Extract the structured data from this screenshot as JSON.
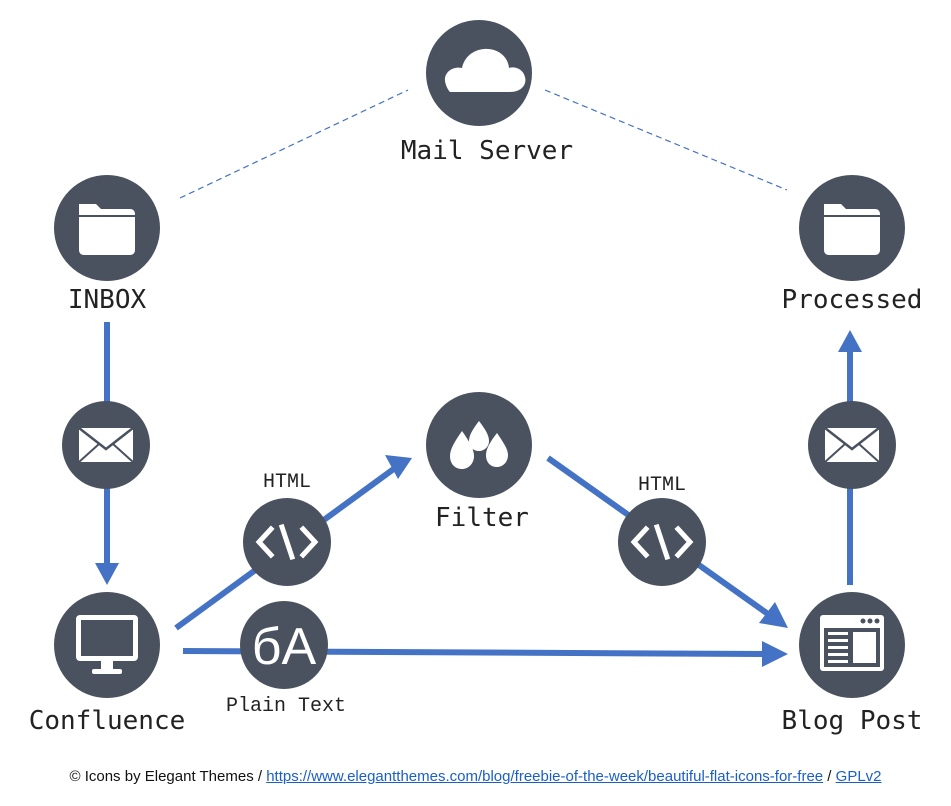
{
  "colors": {
    "node": "#4a5260",
    "arrow": "#4472c4",
    "dashed": "#4472c4",
    "icon": "#ffffff"
  },
  "nodes": {
    "mail_server": {
      "label": "Mail Server",
      "icon": "cloud-icon"
    },
    "inbox": {
      "label": "INBOX",
      "icon": "folder-icon"
    },
    "processed": {
      "label": "Processed",
      "icon": "folder-icon"
    },
    "filter": {
      "label": "Filter",
      "icon": "drops-icon"
    },
    "confluence": {
      "label": "Confluence",
      "icon": "monitor-icon"
    },
    "blog_post": {
      "label": "Blog Post",
      "icon": "browser-window-icon"
    }
  },
  "edge_labels": {
    "html_left": "HTML",
    "html_right": "HTML",
    "plain_text": "Plain Text"
  },
  "edge_badges": {
    "mail_left": "envelope-icon",
    "mail_right": "envelope-icon",
    "code_left": "code-icon",
    "code_right": "code-icon",
    "text": "text-icon",
    "text_glyph": "бA"
  },
  "credit": {
    "prefix": "© Icons by Elegant Themes / ",
    "link": "https://www.elegantthemes.com/blog/freebie-of-the-week/beautiful-flat-icons-for-free",
    "separator": " / ",
    "license": "GPLv2"
  }
}
